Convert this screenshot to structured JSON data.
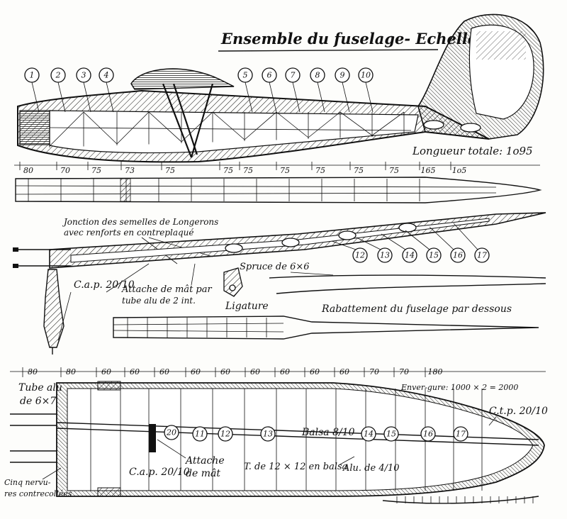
{
  "title": "Ensemble du fuselage- Echelle 1/5 º",
  "side_view": {
    "callouts": [
      "1",
      "2",
      "3",
      "4",
      "5",
      "6",
      "7",
      "8",
      "9",
      "10"
    ],
    "total_length": "Longueur totale: 1o95",
    "dimensions": [
      "80",
      "70",
      "75",
      "73",
      "75",
      "75",
      "75",
      "75",
      "75",
      "75",
      "75",
      "165",
      "1o5"
    ]
  },
  "middle_view": {
    "junction_note_line1": "Jonction des semelles de Longerons",
    "junction_note_line2": "avec renforts en contreplaqué",
    "callouts": [
      "12",
      "13",
      "14",
      "15",
      "16",
      "17"
    ],
    "cap_label": "C.a.p. 20/10",
    "mast_attach_line1": "Attache de mât par",
    "mast_attach_line2": "tube alu de 2 int.",
    "ligature": "Ligature",
    "spruce": "Spruce de 6×6",
    "fold_down": "Rabattement du fuselage par dessous"
  },
  "bottom_view": {
    "dimensions": [
      "80",
      "80",
      "60",
      "60",
      "60",
      "60",
      "60",
      "60",
      "60",
      "60",
      "60",
      "70",
      "70",
      "180"
    ],
    "tube_label_line1": "Tube alu",
    "tube_label_line2": "de 6×7",
    "wingspan": "Enver-gure: 1000 × 2 = 2000",
    "ctp_label": "C.t.p. 20/10",
    "callouts": [
      "20",
      "11",
      "12",
      "13",
      "14",
      "15",
      "16",
      "17"
    ],
    "balsa": "Balsa 8/10",
    "mast_attach_line1": "Attache",
    "mast_attach_line2": "de mât",
    "cap_label": "C.a.p. 20/10",
    "t_balsa": "T. de 12 × 12 en balsa",
    "alu": "Alu. de 4/10",
    "ribs_line1": "Cinq nervu-",
    "ribs_line2": "res contrecollées"
  }
}
